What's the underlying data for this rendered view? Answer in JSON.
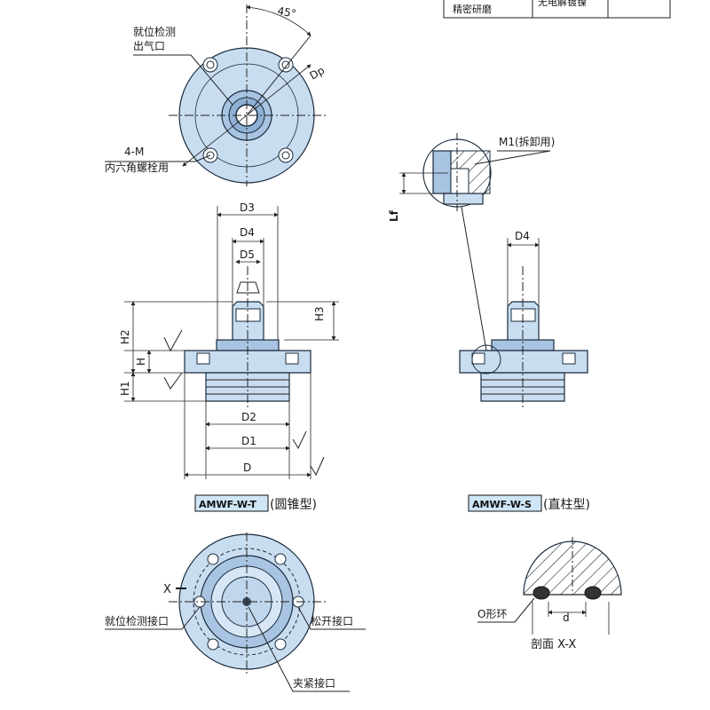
{
  "table": {
    "row_label": "精密研磨",
    "row_value": "无电解镀镍"
  },
  "top_view": {
    "angle_label": "45°",
    "port_label_line1": "就位检测",
    "port_label_line2": "出气口",
    "pcd_label": "Dp",
    "bolt_label_line1": "4-M",
    "bolt_label_line2": "内六角螺栓用"
  },
  "front_view": {
    "dims": {
      "d3": "D3",
      "d4": "D4",
      "d5": "D5",
      "h3": "H3",
      "h2": "H2",
      "h": "H",
      "h1": "H1",
      "d2": "D2",
      "d1": "D1",
      "d": "D"
    },
    "caption_model": "AMWF-W-T",
    "caption_type": "(圆锥型)"
  },
  "side_view": {
    "detail_label": "M1(拆卸用)",
    "lf_label": "Lf",
    "d4_label": "D4",
    "caption_model": "AMWF-W-S",
    "caption_type": "(直柱型)"
  },
  "bottom_view": {
    "x_label": "X",
    "left_port": "就位检测接口",
    "right_port": "松开接口",
    "bottom_port": "夹紧接口"
  },
  "section_view": {
    "oring_label": "O形环",
    "d_label": "d",
    "section_label": "剖面 X-X"
  },
  "colors": {
    "part_fill": "#c9ddf0",
    "part_dark": "#a8c4e2",
    "outline": "#1a2b3c"
  }
}
